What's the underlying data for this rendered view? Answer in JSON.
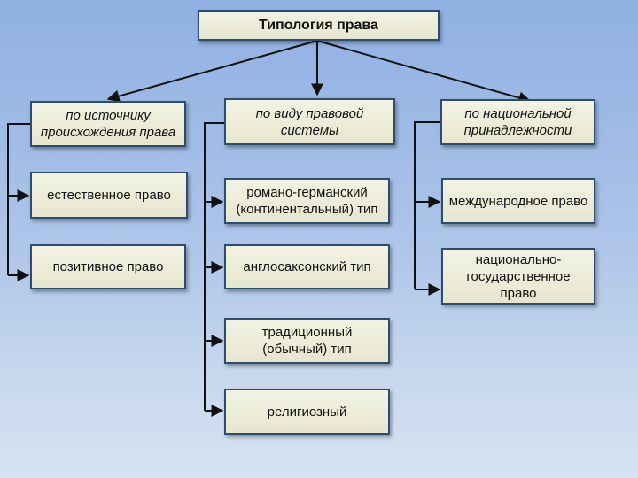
{
  "title": "Типология права",
  "columns": [
    {
      "header": "по источнику происхождения права",
      "items": [
        "естественное право",
        "позитивное право"
      ]
    },
    {
      "header": "по виду правовой системы",
      "items": [
        "романо-германский (континентальный) тип",
        "англосаксонский тип",
        "традиционный (обычный) тип",
        "религиозный"
      ]
    },
    {
      "header": "по национальной принадлежности",
      "items": [
        "международное право",
        "национально-государственное право"
      ]
    }
  ]
}
